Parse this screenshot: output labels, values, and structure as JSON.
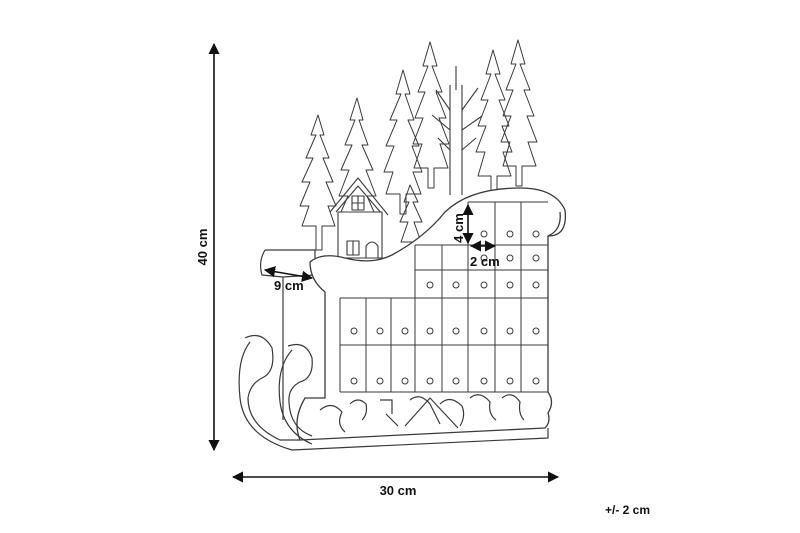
{
  "dimensions": {
    "height": "40 cm",
    "width": "30 cm",
    "depth": "9 cm",
    "drawer_height": "4 cm",
    "drawer_width": "2 cm"
  },
  "tolerance": "+/- 2 cm",
  "colors": {
    "line": "#3a3a3a",
    "dimension": "#111111",
    "background": "#ffffff"
  }
}
